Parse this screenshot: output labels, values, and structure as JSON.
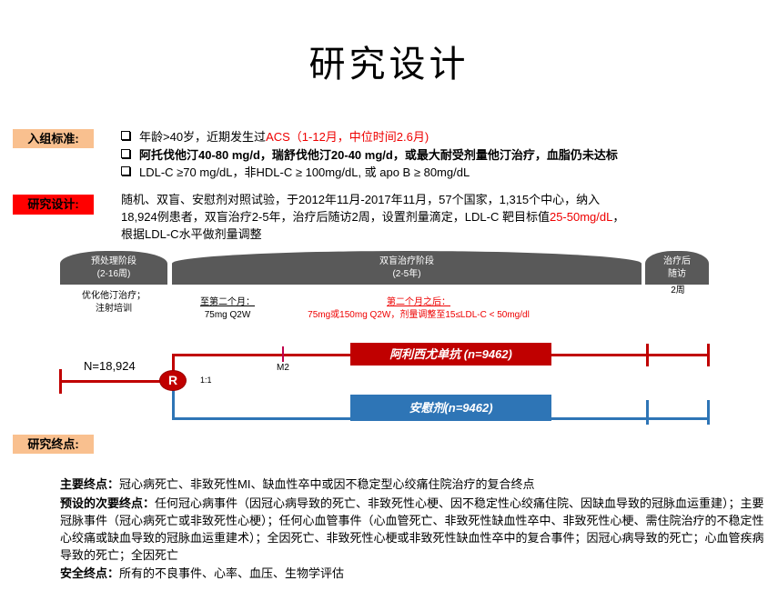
{
  "title": "研究设计",
  "inclusion": {
    "label": "入组标准:",
    "items": [
      {
        "text": "年龄>40岁，近期发生过",
        "red": "ACS（1-12月，中位时间2.6月)"
      },
      {
        "text": "阿托伐他汀40-80 mg/d，瑞舒伐他汀20-40 mg/d，或最大耐受剂量他汀治疗，血脂仍未达标"
      },
      {
        "text": "LDL-C ≥70 mg/dL，非HDL-C ≥ 100mg/dL, 或 apo B ≥ 80mg/dL"
      }
    ]
  },
  "design": {
    "label": "研究设计:",
    "line1": "随机、双盲、安慰剂对照试验，于2012年11月-2017年11月，57个国家，1,315个中心，纳入",
    "line2a": "18,924例患者，双盲治疗2-5年，治疗后随访2周，设置剂量滴定，LDL-C 靶目标值",
    "line2red": "25-50mg/dL",
    "line2b": "，",
    "line3": "根据LDL-C水平做剂量调整"
  },
  "phases": [
    {
      "name": "预处理阶段",
      "sub": "(2-16周)"
    },
    {
      "name": "双盲治疗阶段",
      "sub": "(2-5年)"
    },
    {
      "name": "治疗后",
      "sub": "随访"
    }
  ],
  "notes": {
    "pre1": "优化他汀治疗；",
    "pre2": "注射培训",
    "m1a": "至第二个月：",
    "m1b": "75mg Q2W",
    "m2a": "第二个月之后：",
    "m2b": "75mg或150mg Q2W，剂量调整至15≤LDL-C < 50mg/dl",
    "follow": "2周"
  },
  "diagram": {
    "n": "N=18,924",
    "r": "R",
    "ratio": "1:1",
    "m2": "M2",
    "arm1": "阿利西尤单抗 (n=9462)",
    "arm2": "安慰剂(n=9462)",
    "colors": {
      "active": "#c00000",
      "placebo": "#2e75b6"
    }
  },
  "endpoints": {
    "label": "研究终点:",
    "primary_label": "主要终点：",
    "primary": "冠心病死亡、非致死性MI、缺血性卒中或因不稳定型心绞痛住院治疗的复合终点",
    "secondary_label": "预设的次要终点：",
    "secondary": "任何冠心病事件（因冠心病导致的死亡、非致死性心梗、因不稳定性心绞痛住院、因缺血导致的冠脉血运重建）；主要冠脉事件（冠心病死亡或非致死性心梗）；任何心血管事件（心血管死亡、非致死性缺血性卒中、非致死性心梗、需住院治疗的不稳定性心绞痛或缺血导致的冠脉血运重建术）；全因死亡、非致死性心梗或非致死性缺血性卒中的复合事件；因冠心病导致的死亡；心血管疾病导致的死亡；全因死亡",
    "safety_label": "安全终点：",
    "safety": "所有的不良事件、心率、血压、生物学评估"
  }
}
